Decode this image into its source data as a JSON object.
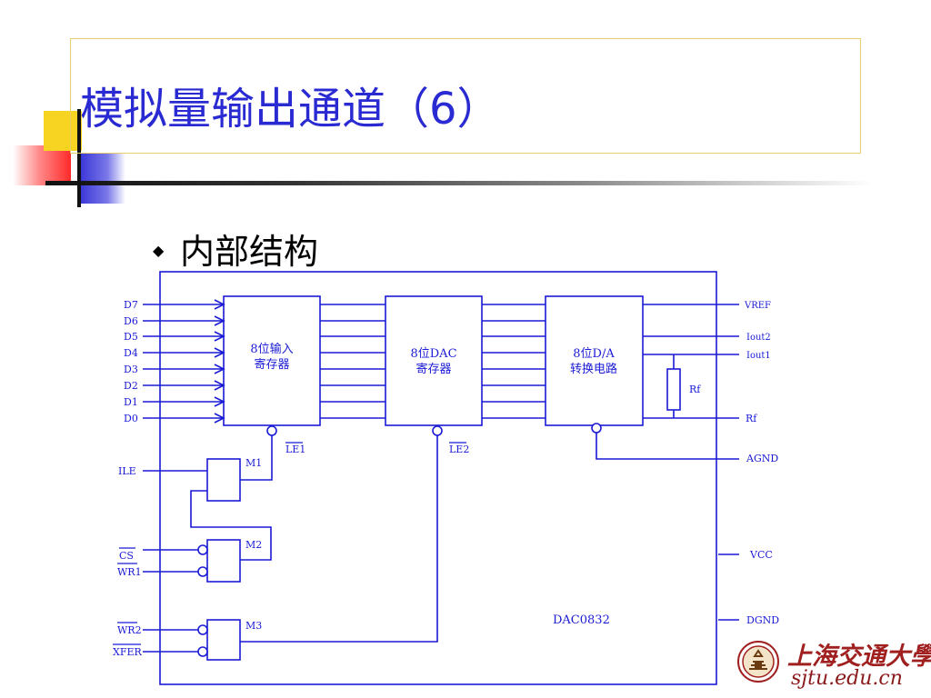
{
  "slide": {
    "title": "模拟量输出通道（6）",
    "bullet": "内部结构",
    "bullet_icon": "diamond-bullet-icon"
  },
  "diagram": {
    "chip": "DAC0832",
    "blocks": {
      "input_register": "8位输入\n寄存器",
      "dac_register": "8位DAC\n寄存器",
      "converter": "8位D/A\n转换电路"
    },
    "data_inputs": [
      "D7",
      "D6",
      "D5",
      "D4",
      "D3",
      "D2",
      "D1",
      "D0"
    ],
    "left_controls": {
      "ile": "ILE",
      "cs": "CS",
      "wr1": "WR1",
      "wr2": "WR2",
      "xfer": "XFER"
    },
    "gates": [
      "M1",
      "M2",
      "M3"
    ],
    "latch_enables": [
      "LE1",
      "LE2"
    ],
    "right_pins": {
      "vref": "VREF",
      "iout2": "Iout2",
      "iout1": "Iout1",
      "rf": "Rf",
      "agnd": "AGND",
      "vcc": "VCC",
      "dgnd": "DGND"
    },
    "resistor_label": "Rf"
  },
  "logo": {
    "name": "上海交通大學",
    "url": "sjtu.edu.cn"
  },
  "colors": {
    "title": "#2a2ad2",
    "diagram_line": "#1a1ad6",
    "deco_yellow": "#f7d421",
    "deco_red": "#ff2a2a",
    "deco_blue": "#3a36d8",
    "logo": "#a02020"
  }
}
